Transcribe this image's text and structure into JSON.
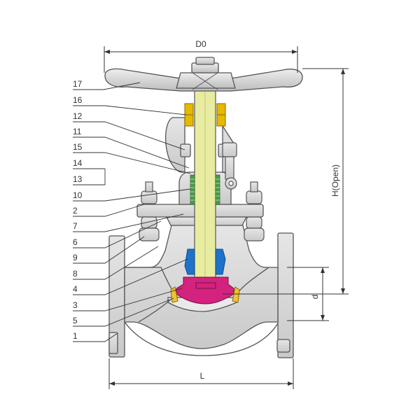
{
  "dimensions": {
    "top": "D0",
    "right": "H(Open)",
    "right_small": "d",
    "bottom": "L"
  },
  "part_numbers": [
    "17",
    "16",
    "12",
    "11",
    "15",
    "14",
    "13",
    "10",
    "2",
    "7",
    "6",
    "9",
    "8",
    "4",
    "3",
    "5",
    "1"
  ],
  "colors": {
    "body": "#d6d6d6",
    "outline": "#555555",
    "stem": "#e8eca0",
    "disc": "#d3237e",
    "seat": "#f1c232",
    "packing": "#4c9a4c",
    "yoke_nut": "#e6b800",
    "disc_nut": "#1e73c8"
  }
}
